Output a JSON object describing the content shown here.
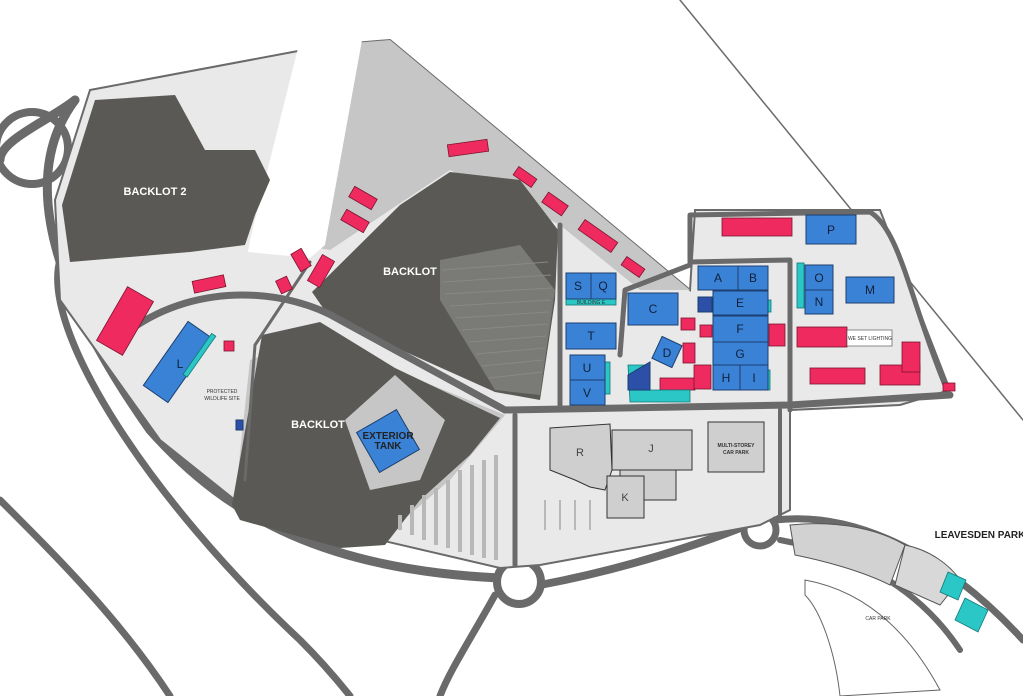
{
  "map": {
    "areas": {
      "backlot2": "BACKLOT 2",
      "backlot_upper": "BACKLOT",
      "backlot_lower": "BACKLOT",
      "exterior_tank_1": "EXTERIOR",
      "exterior_tank_2": "TANK",
      "wildlife_1": "PROTECTED",
      "wildlife_2": "WILDLIFE SITE",
      "multi_storey_1": "MULTI-STOREY",
      "multi_storey_2": "CAR PARK",
      "car_park": "CAR PARK",
      "leavesden_park": "LEAVESDEN PARK",
      "building_e": "BUILDING E",
      "set_lighting": "WE SET LIGHTING"
    },
    "stages": {
      "A": "A",
      "B": "B",
      "C": "C",
      "D": "D",
      "E": "E",
      "F": "F",
      "G": "G",
      "H": "H",
      "I": "I",
      "J": "J",
      "K": "K",
      "L": "L",
      "M": "M",
      "N": "N",
      "O": "O",
      "P": "P",
      "Q": "Q",
      "R": "R",
      "S": "S",
      "T": "T",
      "U": "U",
      "V": "V"
    },
    "colors": {
      "stage": "#3a82d6",
      "support_building": "#ee2a5e",
      "office": "#2bc6c6",
      "backlot": "#5a5955",
      "road": "#6a6a6a"
    }
  }
}
